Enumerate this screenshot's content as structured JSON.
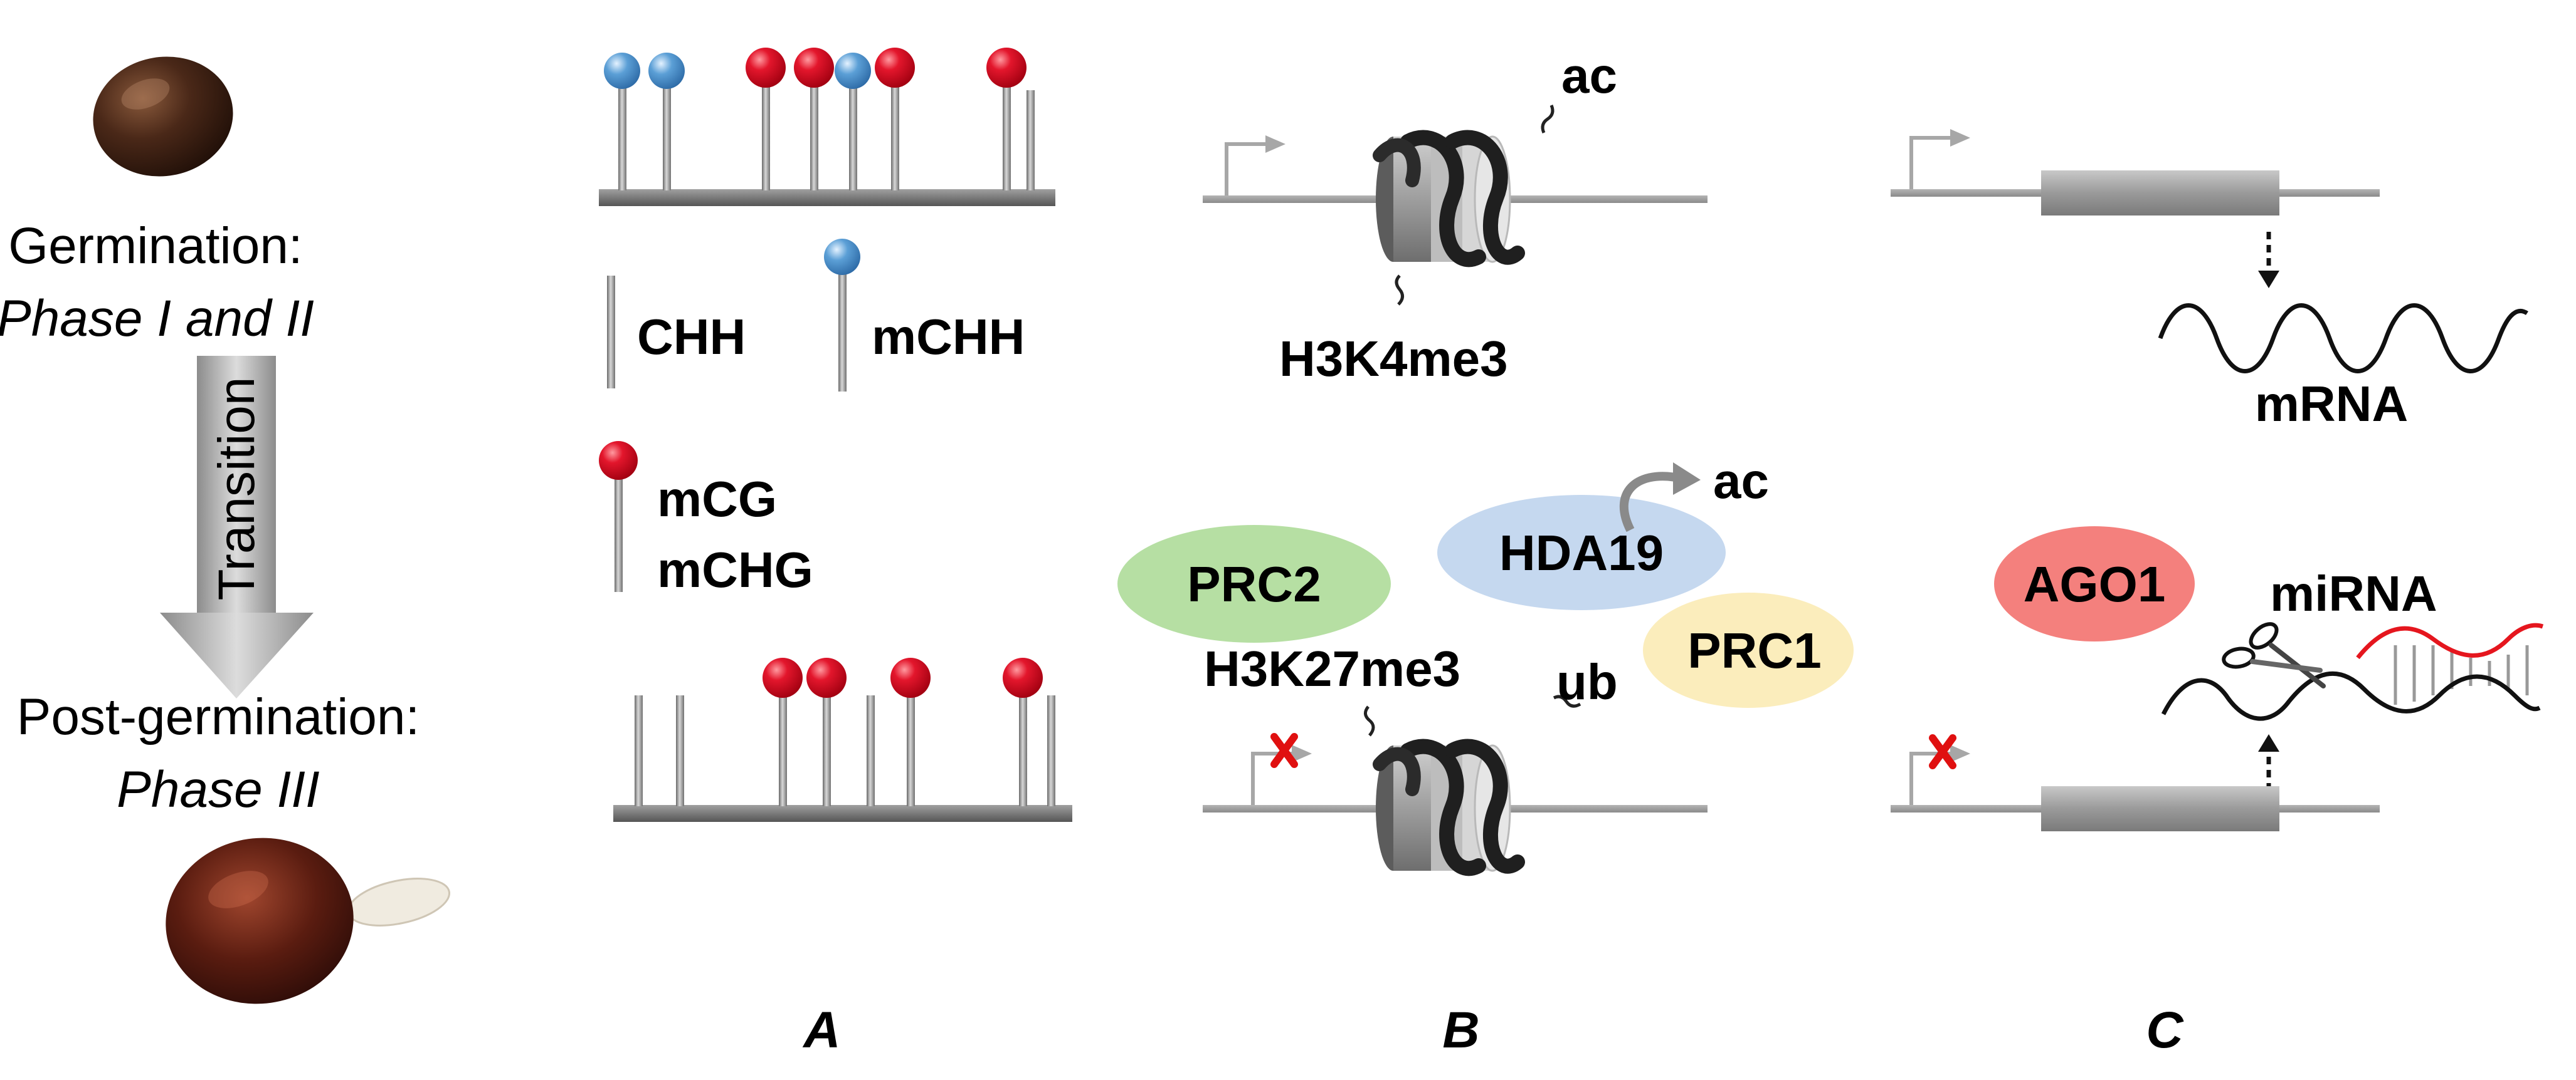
{
  "left_column": {
    "stage1_title": "Germination:",
    "stage1_phase": "Phase I and II",
    "arrow_label": "Transition",
    "stage2_title": "Post-germination:",
    "stage2_phase": "Phase III"
  },
  "panel_a": {
    "label": "A",
    "legend": {
      "chh": "CHH",
      "mchh": "mCHH",
      "mcg": "mCG",
      "mchg": "mCHG"
    }
  },
  "panel_b": {
    "label": "B",
    "top_ac": "ac",
    "top_mark": "H3K4me3",
    "prc2": "PRC2",
    "hda19": "HDA19",
    "removed_ac": "ac",
    "prc1": "PRC1",
    "h3k27": "H3K27me3",
    "ub": "ub"
  },
  "panel_c": {
    "label": "C",
    "mrna": "mRNA",
    "ago1": "AGO1",
    "mirna": "miRNA"
  },
  "colors": {
    "mcg_ball": "#e3162c",
    "mchh_ball": "#5b9fd6",
    "prc2": "#b6dfa3",
    "hda19": "#c5d8ef",
    "prc1": "#fbedbc",
    "ago1": "#f4807d",
    "mirna": "#e5161e",
    "block_x": "#e01010"
  }
}
